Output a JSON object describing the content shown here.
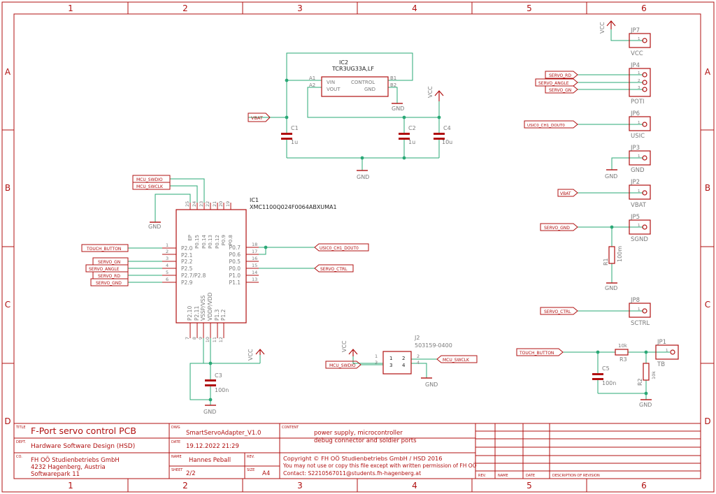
{
  "frame": {
    "columns": [
      "1",
      "2",
      "3",
      "4",
      "5",
      "6"
    ],
    "rows": [
      "A",
      "B",
      "C",
      "D"
    ]
  },
  "title_block": {
    "title_label": "TITLE",
    "title": "F-Port servo control PCB",
    "dwg_label": "DWG",
    "dwg": "SmartServoAdapter_V1.0",
    "content_label": "CONTENT",
    "content_line1": "power supply, microcontroller",
    "content_line2": "debug connector and soldier ports",
    "dept_label": "DEPT.",
    "dept": "Hardware Software Design (HSD)",
    "date_label": "DATE",
    "date": "19.12.2022 21:29",
    "co_label": "CO.",
    "co_line1": "FH OÖ Studienbetriebs GmbH",
    "co_line2": "4232 Hagenberg, Austria",
    "co_line3": "Softwarepark 11",
    "name_label": "NAME",
    "name": "Hannes Peball",
    "rev_label": "REV.",
    "sheet_label": "SHEET",
    "sheet": "2/2",
    "size_label": "SIZE",
    "size": "A4",
    "copyright": "Copyright © FH OÖ Studienbetriebs GmbH / HSD 2016",
    "notice": "You may not use or copy this file except with written permission of FH OÖ",
    "contact": "Contact: S2210567011@students.fh-hagenberg.at",
    "rev_col": "REV.",
    "name_col": "NAME",
    "date_col": "DATE",
    "desc_col": "DESCRIPTION OF REVISION"
  },
  "regulator": {
    "ref": "IC2",
    "part": "TCR3UG33A,LF",
    "pin_a1": "A1",
    "pin_a2": "A2",
    "pin_b1": "B1",
    "pin_b2": "B2",
    "vin": "VIN",
    "vout": "VOUT",
    "control": "CONTROL",
    "gnd": "GND"
  },
  "mcu": {
    "ref": "IC1",
    "part": "XMC1100Q024F0064ABXUMA1",
    "top_pin_nums": [
      "25",
      "24",
      "23",
      "22",
      "21",
      "20",
      "19"
    ],
    "top_pin_names": [
      "EP",
      "P0.15",
      "P0.14",
      "P0.13",
      "P0.12",
      "P0.9",
      "P0.8"
    ],
    "left_pin_nums": [
      "1",
      "2",
      "3",
      "4",
      "5",
      "6"
    ],
    "left_pin_names": [
      "P2.0",
      "P2.1",
      "P2.2",
      "P2.5",
      "P2.7/P2.8",
      "P2.9"
    ],
    "right_pin_nums": [
      "18",
      "17",
      "16",
      "15",
      "14",
      "13"
    ],
    "right_pin_names": [
      "P0.7",
      "P0.6",
      "P0.5",
      "P0.0",
      "P1.0",
      "P1.1"
    ],
    "bottom_pin_nums": [
      "7",
      "8",
      "9",
      "10",
      "11",
      "12"
    ],
    "bottom_pin_names": [
      "P2.10",
      "P2.11",
      "VSSP/VSS",
      "VDDP/VDD",
      "P1.3",
      "P1.2"
    ]
  },
  "debug_connector": {
    "ref": "J2",
    "part": "503159-0400",
    "pins": [
      "1",
      "2",
      "3",
      "4"
    ]
  },
  "capacitors": [
    {
      "ref": "C1",
      "value": "1u"
    },
    {
      "ref": "C2",
      "value": "1u"
    },
    {
      "ref": "C4",
      "value": "10u"
    },
    {
      "ref": "C3",
      "value": "100n"
    },
    {
      "ref": "C5",
      "value": "100n"
    }
  ],
  "resistors": [
    {
      "ref": "R1",
      "value": "100m"
    },
    {
      "ref": "R3",
      "value": "10k"
    },
    {
      "ref": "R2",
      "value": "10k"
    }
  ],
  "jumpers": [
    {
      "ref": "JP7",
      "label": "VCC",
      "pin": "1"
    },
    {
      "ref": "JP4",
      "label": "POTI",
      "pins": [
        "1",
        "2",
        "3"
      ]
    },
    {
      "ref": "JP6",
      "label": "USIC",
      "pin": "1"
    },
    {
      "ref": "JP3",
      "label": "GND",
      "pin": "1"
    },
    {
      "ref": "JP2",
      "label": "VBAT",
      "pin": "1"
    },
    {
      "ref": "JP5",
      "label": "SGND",
      "pin": "1"
    },
    {
      "ref": "JP8",
      "label": "SCTRL",
      "pin": "1"
    },
    {
      "ref": "JP1",
      "label": "TB",
      "pin": "1"
    }
  ],
  "supplies": {
    "vcc": "VCC",
    "gnd": "GND"
  },
  "net_labels": {
    "vbat": "VBAT",
    "mcu_swdio": "MCU_SWDIO",
    "mcu_swclk": "MCU_SWCLK",
    "touch_button": "TOUCH_BUTTON",
    "servo_gn": "SERVO_GN",
    "servo_angle": "SERVO_ANGLE",
    "servo_rd": "SERVO_RD",
    "servo_gnd": "SERVO_GND",
    "usic0_ch1_dout0": "USIC0_CH1_DOUT0",
    "servo_ctrl": "SERVO_CTRL"
  },
  "colors": {
    "wire": "#2aa876",
    "symbol": "#b01010",
    "frame": "#b01010",
    "text": "#7a7a7a",
    "background": "#ffffff"
  }
}
